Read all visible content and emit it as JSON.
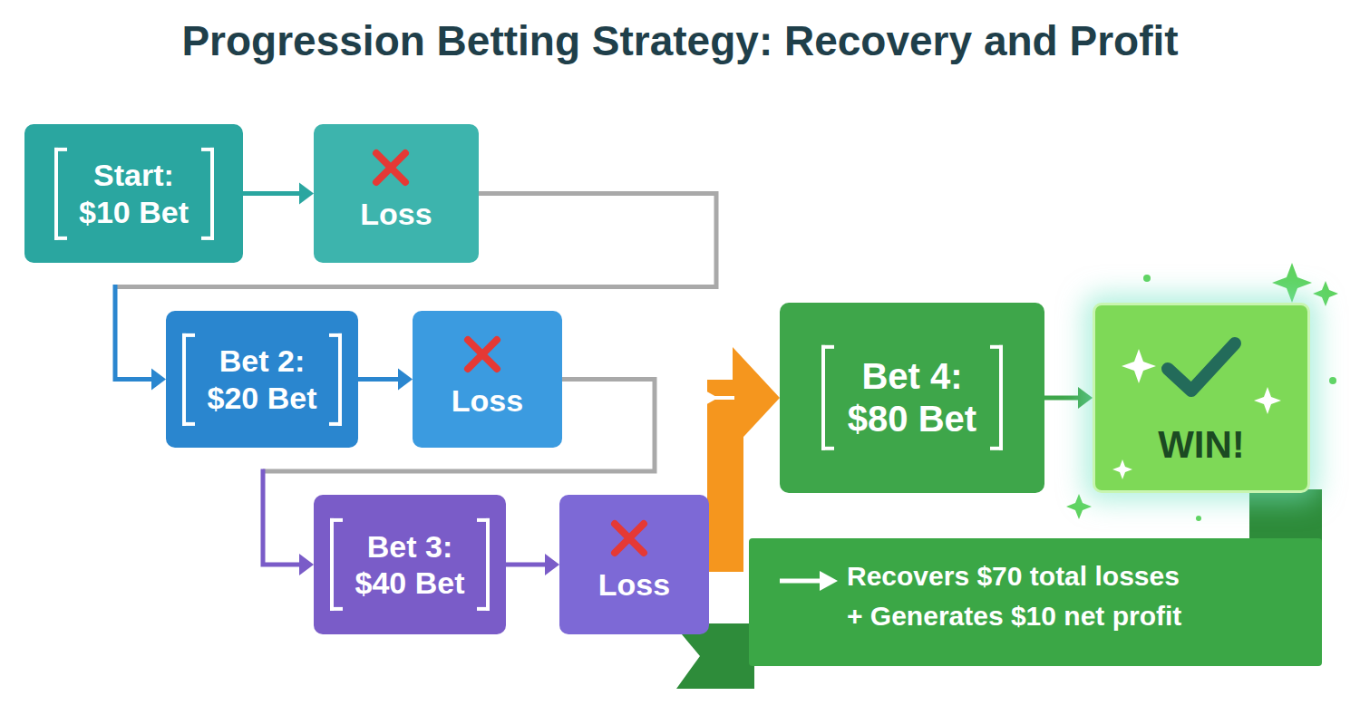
{
  "diagram": {
    "title": "Progression Betting Strategy: Recovery and Profit",
    "nodes": [
      {
        "text": [
          "Start: $10 Bet"
        ]
      },
      {
        "text": [
          "Loss"
        ]
      },
      {
        "text": [
          "Bet 2: $20 Bet"
        ]
      },
      {
        "text": [
          "Loss"
        ]
      },
      {
        "text": [
          "Bet 3: $40 Bet"
        ]
      },
      {
        "text": [
          "Loss"
        ]
      },
      {
        "text": [
          "Bet 4: $80 Bet"
        ]
      },
      {
        "text": [
          "WIN!"
        ]
      },
      {
        "text": [
          "Recovers $70 total losses + Generates $10 net profit"
        ]
      }
    ],
    "edges": [
      {
        "from": 0,
        "to": 1,
        "arrow": "to"
      },
      {
        "from": 1,
        "to": 2,
        "arrow": "to"
      },
      {
        "from": 2,
        "to": 3,
        "arrow": "to"
      },
      {
        "from": 3,
        "to": 4,
        "arrow": "to"
      },
      {
        "from": 4,
        "to": 5,
        "arrow": "to"
      },
      {
        "from": 5,
        "to": 6,
        "arrow": "to"
      },
      {
        "from": 6,
        "to": 7,
        "arrow": "to"
      }
    ]
  }
}
